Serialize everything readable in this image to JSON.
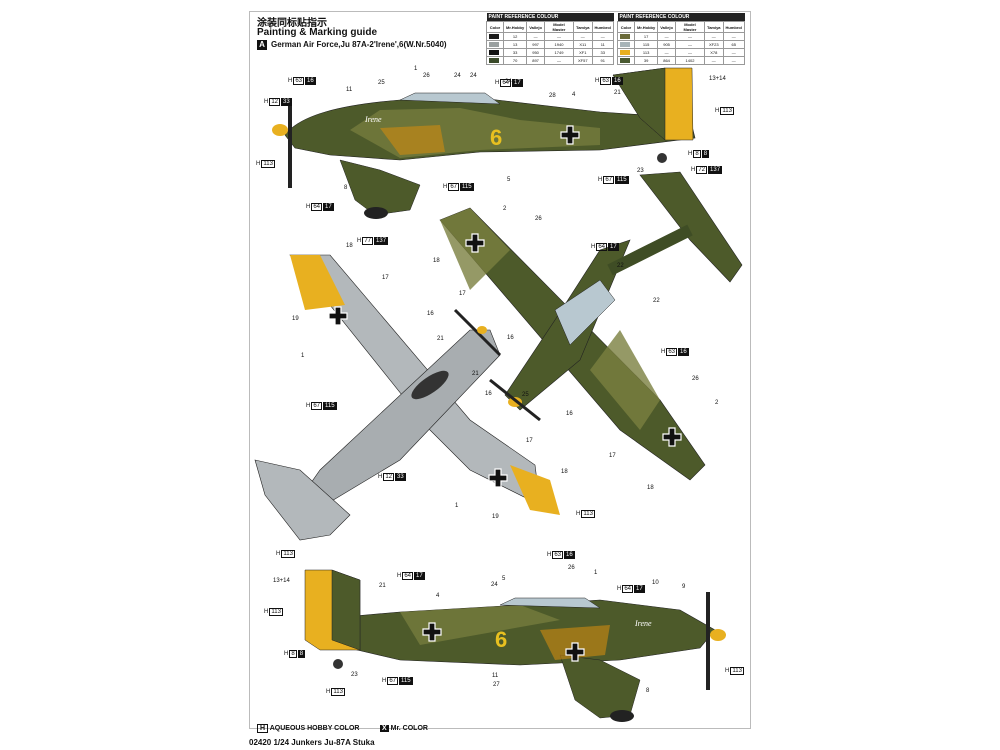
{
  "header": {
    "title_cn": "涂装同标贴指示",
    "title_en": "Painting & Marking guide",
    "scheme_letter": "A",
    "scheme_desc": "German Air Force,Ju 87A-2'Irene',6(W.Nr.5040)"
  },
  "paint_tables": [
    {
      "heading": "PAINT REFERENCE COLOUR",
      "columns": [
        "Color",
        "Mr.Hobby",
        "Vallejo",
        "Model Master",
        "Tamiya",
        "Humbrol"
      ],
      "rows": [
        {
          "swatch": "#1a1a1a",
          "code": "12",
          "cells": [
            "—",
            "—",
            "—",
            "—",
            "—"
          ]
        },
        {
          "swatch": "#9aa0a0",
          "code": "13",
          "cells": [
            "997",
            "1940",
            "X11",
            "11"
          ]
        },
        {
          "swatch": "#111111",
          "code": "33",
          "cells": [
            "950",
            "1749",
            "XF1",
            "33"
          ]
        },
        {
          "swatch": "#3a4a2a",
          "code": "70",
          "cells": [
            "897",
            "—",
            "XF57",
            "91"
          ]
        }
      ]
    },
    {
      "heading": "PAINT REFERENCE COLOUR",
      "columns": [
        "Color",
        "Mr.Hobby",
        "Vallejo",
        "Model Master",
        "Tamiya",
        "Humbrol"
      ],
      "rows": [
        {
          "swatch": "#6b6b3a",
          "code": "17",
          "cells": [
            "—",
            "—",
            "—",
            "—",
            "—"
          ]
        },
        {
          "swatch": "#a8b4b8",
          "code": "115",
          "cells": [
            "905",
            "—",
            "XF23",
            "65"
          ]
        },
        {
          "swatch": "#e8b020",
          "code": "113",
          "cells": [
            "—",
            "—",
            "X78",
            "—"
          ]
        },
        {
          "swatch": "#4a5a30",
          "code": "39",
          "cells": [
            "864",
            "1402",
            "—",
            "—"
          ]
        }
      ]
    }
  ],
  "callouts": {
    "c1": "1",
    "c26": "26",
    "c24a": "24",
    "c24b": "24",
    "c24c": "24",
    "c11": "11",
    "c25": "25",
    "c28": "28",
    "c4": "4",
    "c21": "21",
    "c1314a": "13+14",
    "c8": "8",
    "c5": "5",
    "c23": "23",
    "c2": "2",
    "c26b": "26",
    "c18": "18",
    "c17": "17",
    "c16": "16",
    "c22a": "22",
    "c22b": "22",
    "c25b": "25",
    "c26c": "26",
    "c2b": "2",
    "c16b": "16",
    "c17b": "17",
    "c18b": "18",
    "c18c": "18",
    "c17c": "17",
    "c19": "19",
    "c1b": "1",
    "c16c": "16",
    "c21b": "21",
    "c21c": "21",
    "c16d": "16",
    "c17d": "17",
    "c18d": "18",
    "c1c": "1",
    "c19b": "19",
    "c1314b": "13+14",
    "c21d": "21",
    "c4b": "4",
    "c24d": "24",
    "c5b": "5",
    "c26d": "26",
    "c1d": "1",
    "c10": "10",
    "c9": "9",
    "c23b": "23",
    "c11b": "11",
    "c27": "27",
    "c8b": "8"
  },
  "hcodes": {
    "h1": {
      "prefix": "H",
      "code": "12",
      "sub": "33"
    },
    "h2": {
      "prefix": "H",
      "code": "113",
      "sub": ""
    },
    "h3": {
      "prefix": "H",
      "code": "63",
      "sub": "16"
    },
    "h4": {
      "prefix": "H",
      "code": "64",
      "sub": "17"
    },
    "h5": {
      "prefix": "H",
      "code": "63",
      "sub": "16"
    },
    "h6": {
      "prefix": "H",
      "code": "113",
      "sub": ""
    },
    "h7": {
      "prefix": "H",
      "code": "8",
      "sub": "8"
    },
    "h8": {
      "prefix": "H",
      "code": "72",
      "sub": "137"
    },
    "h9": {
      "prefix": "H",
      "code": "67",
      "sub": "115"
    },
    "h10": {
      "prefix": "H",
      "code": "67",
      "sub": "115"
    },
    "h11": {
      "prefix": "H",
      "code": "64",
      "sub": "17"
    },
    "h12": {
      "prefix": "H",
      "code": "77",
      "sub": "137"
    },
    "h13": {
      "prefix": "H",
      "code": "64",
      "sub": "17"
    },
    "h14": {
      "prefix": "H",
      "code": "63",
      "sub": "16"
    },
    "h15": {
      "prefix": "H",
      "code": "67",
      "sub": "115"
    },
    "h16": {
      "prefix": "H",
      "code": "12",
      "sub": "33"
    },
    "h17": {
      "prefix": "H",
      "code": "113",
      "sub": ""
    },
    "h18": {
      "prefix": "H",
      "code": "113",
      "sub": ""
    },
    "h19": {
      "prefix": "H",
      "code": "113",
      "sub": ""
    },
    "h20": {
      "prefix": "H",
      "code": "63",
      "sub": "16"
    },
    "h21": {
      "prefix": "H",
      "code": "64",
      "sub": "17"
    },
    "h22": {
      "prefix": "H",
      "code": "64",
      "sub": "17"
    },
    "h23": {
      "prefix": "H",
      "code": "113",
      "sub": ""
    },
    "h24": {
      "prefix": "H",
      "code": "8",
      "sub": "8"
    },
    "h25": {
      "prefix": "H",
      "code": "67",
      "sub": "115"
    },
    "h26": {
      "prefix": "H",
      "code": "113",
      "sub": ""
    }
  },
  "markings": {
    "name": "Irene",
    "number": "6"
  },
  "legend": {
    "h_mark": "H",
    "aqueous": "AQUEOUS HOBBY COLOR",
    "x_mark": "X",
    "mr": "Mr. COLOR"
  },
  "footer": "02420 1/24 Junkers Ju-87A Stuka",
  "colors": {
    "green_dark": "#3f4d25",
    "green_light": "#6d7438",
    "grey_under": "#b3b8bb",
    "yellow": "#e8b020",
    "black": "#111111"
  }
}
